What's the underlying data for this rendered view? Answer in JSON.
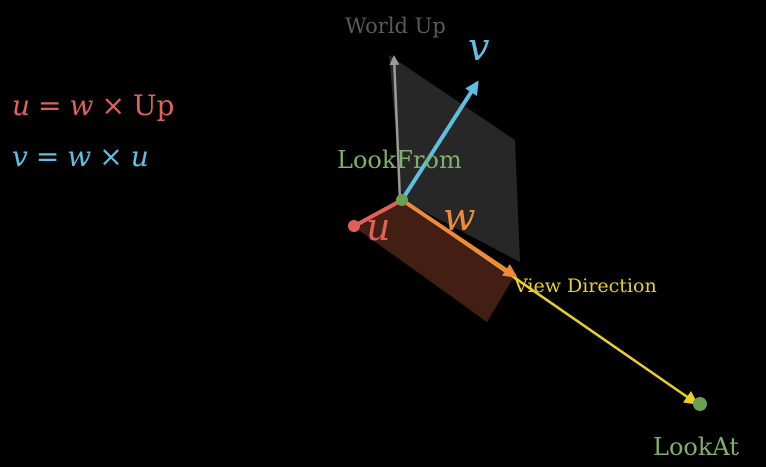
{
  "colors": {
    "background": "#000000",
    "u": "#e0605a",
    "v": "#5fbfe3",
    "w": "#ef8a3a",
    "up": "#9a9a9a",
    "view_direction": "#e8cf2a",
    "point": "#6aa04f",
    "look_label": "#7fb069",
    "world_up_label": "#5a5a5a",
    "upper_plane": "#2b2b2b",
    "lower_plane": "#5a2a1a"
  },
  "equations": {
    "u": {
      "lhs": "u",
      "eq": "=",
      "a": "w",
      "op": "×",
      "b": "Up"
    },
    "v": {
      "lhs": "v",
      "eq": "=",
      "a": "w",
      "op": "×",
      "b": "u"
    }
  },
  "labels": {
    "world_up": "World Up",
    "v": "v",
    "u": "u",
    "w": "w",
    "look_from": "LookFrom",
    "view_direction": "View Direction",
    "look_at": "LookAt"
  }
}
